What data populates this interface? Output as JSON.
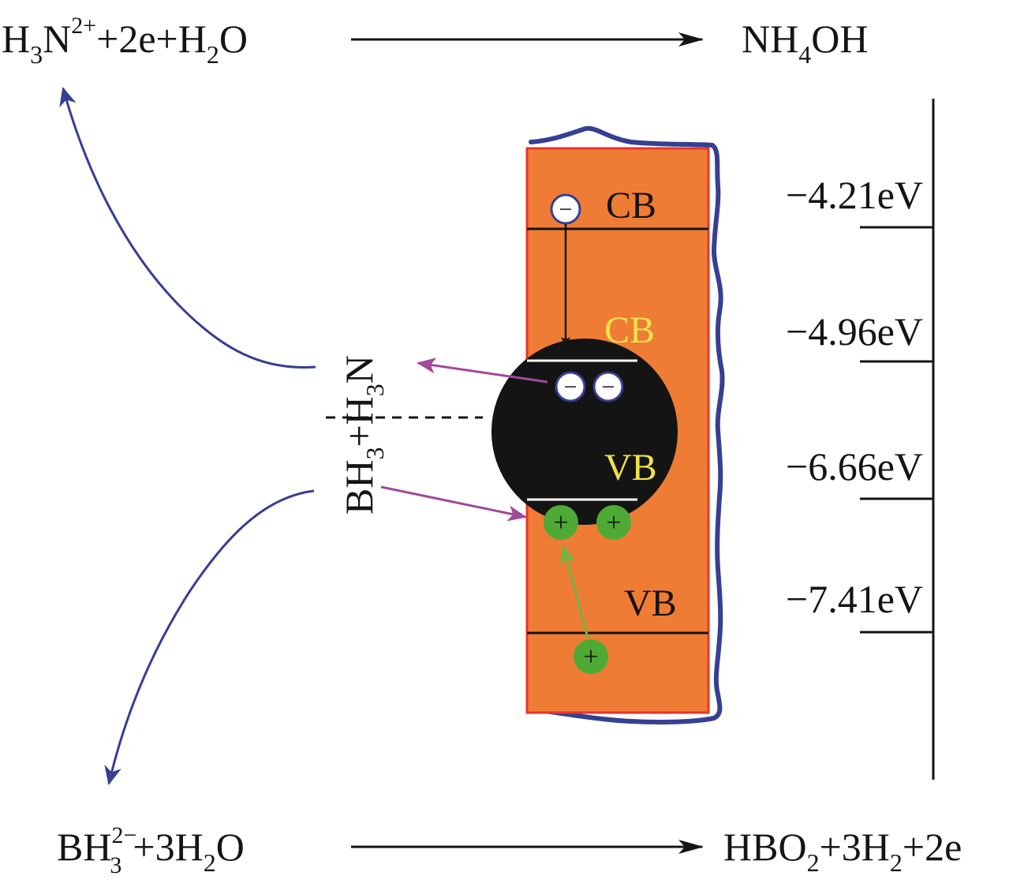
{
  "reactions": {
    "top_left": {
      "p1": "H",
      "s1": "3",
      "p2": "N",
      "sup": "2+",
      "p3": "+2e+H",
      "s2": "2",
      "p4": "O"
    },
    "top_right": {
      "p1": "NH",
      "s1": "4",
      "p2": "OH"
    },
    "bottom_left": {
      "p1": "BH",
      "sup": "2−",
      "sub": "3",
      "p2": "+3H",
      "s2": "2",
      "p3": "O"
    },
    "bottom_right": {
      "p1": "HBO",
      "s1": "2",
      "p2": "+3H",
      "s2": "2",
      "p3": "+2e"
    }
  },
  "molecule": {
    "p1": "BH",
    "s1": "3",
    "p2": "+H",
    "s2": "3",
    "p3": "N"
  },
  "bands": {
    "outer_cb": "CB",
    "outer_vb": "VB",
    "inner_cb": "CB",
    "inner_vb": "VB"
  },
  "energy_levels": [
    "−4.21eV",
    "−4.96eV",
    "−6.66eV",
    "−7.41eV"
  ],
  "symbols": {
    "electron": "−",
    "hole": "+"
  },
  "colors": {
    "orange_fill": "#EF7C35",
    "orange_border": "#E8352A",
    "navy": "#353F93",
    "particle_black": "#141414",
    "yellow_label": "#F0E24A",
    "hole_green": "#4EAA34",
    "magenta": "#A1499B",
    "green_arrow": "#72B443"
  }
}
